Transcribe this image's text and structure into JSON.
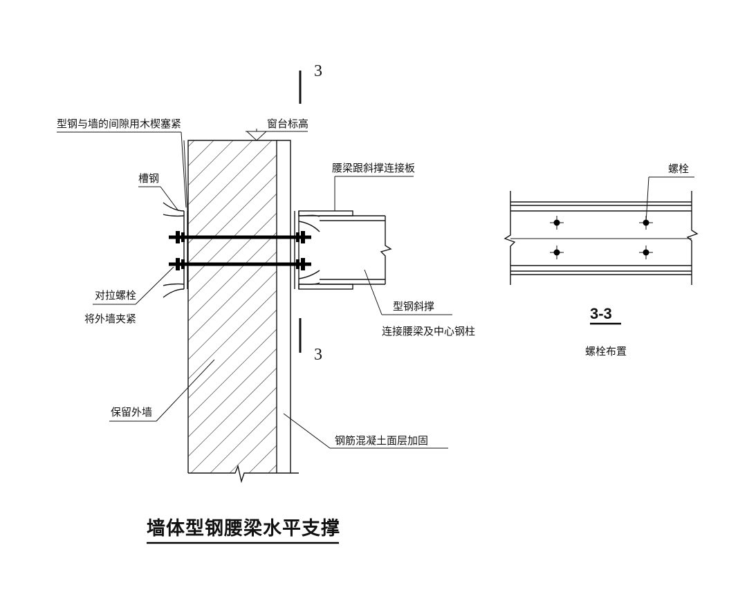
{
  "labels": {
    "gap_wedge": "型钢与墙的间隙用木楔塞紧",
    "sill_level": "窗台标高",
    "channel_steel": "槽钢",
    "beam_brace_plate": "腰梁跟斜撑连接板",
    "tie_bolt_line1": "对拉螺栓",
    "tie_bolt_line2": "将外墙夹紧",
    "steel_brace_line1": "型钢斜撑",
    "steel_brace_line2": "连接腰梁及中心钢柱",
    "retained_wall": "保留外墙",
    "rc_layer": "钢筋混凝土面层加固",
    "bolt": "螺栓",
    "bolt_layout": "螺栓布置"
  },
  "section": {
    "mark_top": "3",
    "mark_bottom": "3",
    "view_title": "3-3"
  },
  "title": "墙体型钢腰梁水平支撑"
}
